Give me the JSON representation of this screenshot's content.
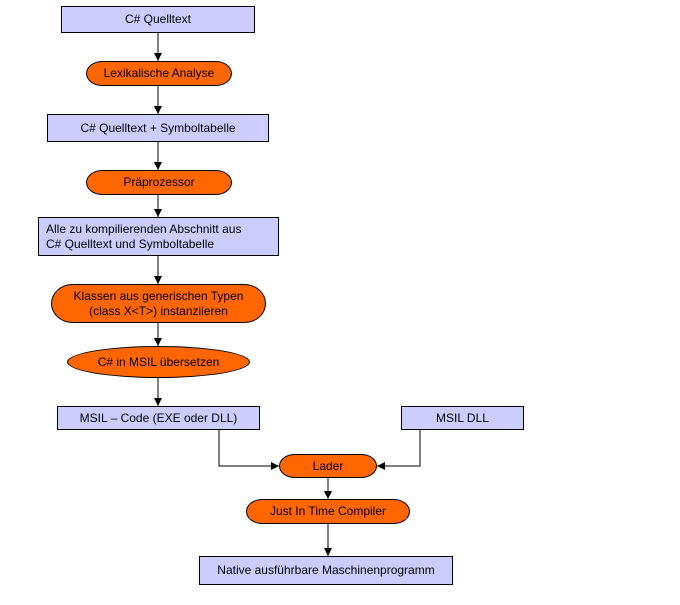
{
  "colors": {
    "box_fill": "#ccccff",
    "process_fill": "#ff6600",
    "line": "#000000"
  },
  "nodes": {
    "source": "C# Quelltext",
    "lexer": "Lexikalische Analyse",
    "source_symbols": "C# Quelltext + Symboltabelle",
    "preprocessor": "Präprozessor",
    "sections_line1": "Alle zu kompilierenden Abschnitt aus",
    "sections_line2": "C# Quelltext und Symboltabelle",
    "generics_line1": "Klassen aus generischen Typen",
    "generics_line2": "(class X<T>) instanziieren",
    "translate": "C# in MSIL übersetzen",
    "msil_code": "MSIL – Code (EXE oder DLL)",
    "msil_dll": "MSIL DLL",
    "loader": "Lader",
    "jit": "Just In Time Compiler",
    "native": "Native ausführbare Maschinenprogramm"
  }
}
